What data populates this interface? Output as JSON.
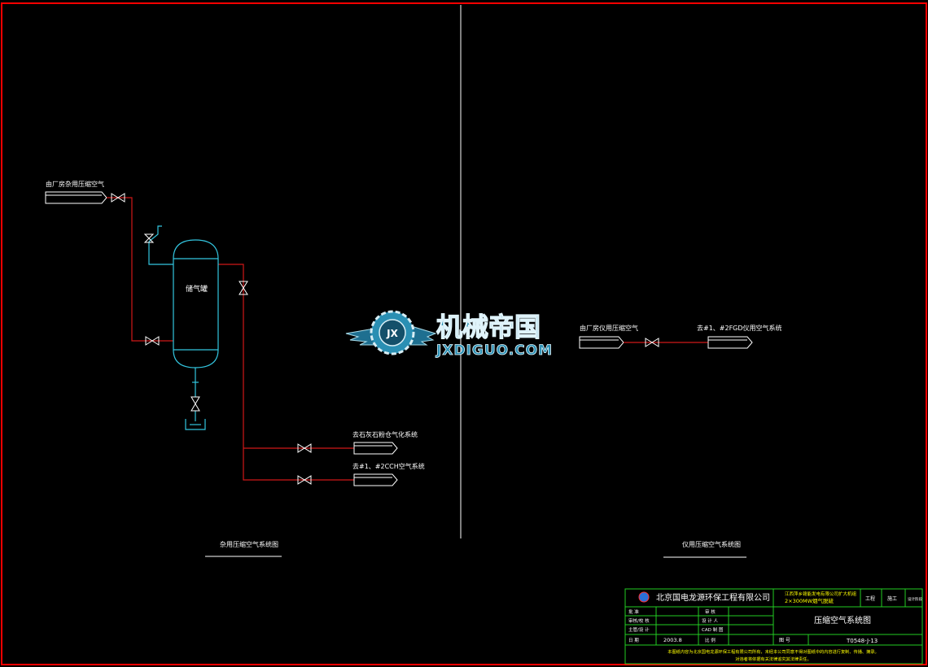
{
  "colors": {
    "background": "#000000",
    "border": "#ff0000",
    "pipe": "#d01818",
    "equipment": "#33c6e0",
    "text": "#ffffff",
    "title_block": "#22cc22",
    "divider": "#ffffff",
    "logo": "#2a8fb3"
  },
  "left": {
    "source_label": "由厂房杂用压缩空气",
    "tank_label": "储气罐",
    "dest1_label": "去石灰石粉仓气化系统",
    "dest2_label": "去#1、#2CCH空气系统",
    "caption": "杂用压缩空气系统图"
  },
  "right": {
    "source_label": "由厂房仪用压缩空气",
    "dest_label": "去#1、#2FGD仪用空气系统",
    "caption": "仪用压缩空气系统图"
  },
  "watermark": {
    "title": "机械帝国",
    "subtitle": "JXDIGUO.COM",
    "emblem": "JX"
  },
  "title_block": {
    "company": "北京国电龙源环保工程有限公司",
    "project_line1": "江西萍乡赣能发电有限公司扩大机组",
    "project_line2": "2×300MW烟气脱硫",
    "stage_label": "工程",
    "stage_value": "施工",
    "spec_label": "设计阶段",
    "row_labels": [
      "批  准",
      "审核/校  核",
      "主管/设  计",
      "日  期"
    ],
    "mid_labels": [
      "审  核",
      "设 计 人",
      "CAD 制 图",
      "比  例"
    ],
    "date": "2003.8",
    "drawing_title": "压缩空气系统图",
    "drawing_no_label": "图  号",
    "drawing_no": "T0548-J-13",
    "notice_line1": "本图纸内容为北京国电龙源环保工程有限公司所有，未经本公司同意不得对图纸中的内容进行复制、传播、摘录。",
    "notice_line2": "对违者将依据有关法律追究其法律责任。"
  }
}
